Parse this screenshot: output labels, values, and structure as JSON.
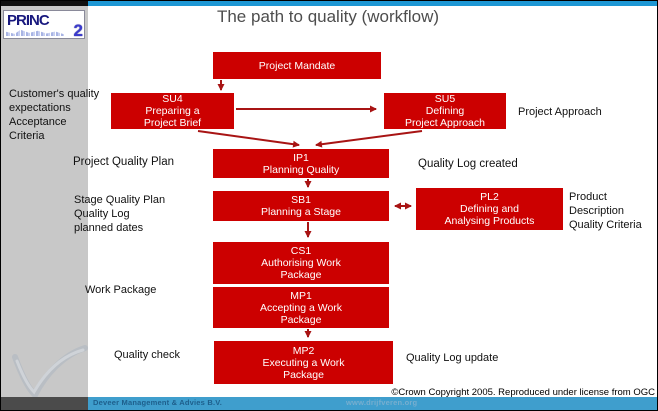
{
  "slide": {
    "title": "The path to quality (workflow)",
    "logo": {
      "text": "PRINC",
      "numeral": "2"
    },
    "diagram": {
      "boxes": {
        "mandate": "Project Mandate",
        "su4": "SU4\nPreparing a\nProject Brief",
        "su5": "SU5\nDefining\nProject Approach",
        "ip1": "IP1\nPlanning Quality",
        "sb1": "SB1\nPlanning a Stage",
        "pl2": "PL2\nDefining and\nAnalysing Products",
        "cs1": "CS1\nAuthorising Work\nPackage",
        "mp1": "MP1\nAccepting a Work\nPackage",
        "mp2": "MP2\nExecuting a Work\nPackage"
      },
      "labels": {
        "customer": "Customer's quality\nexpectations\nAcceptance\nCriteria",
        "project_approach": "Project Approach",
        "project_quality_plan": "Project Quality Plan",
        "quality_log_created": "Quality Log created",
        "stage_quality": "Stage Quality Plan\nQuality Log\nplanned dates",
        "product_description": "Product\nDescription\nQuality Criteria",
        "work_package": "Work Package",
        "quality_check": "Quality check",
        "quality_log_update": "Quality Log update"
      }
    },
    "footer": {
      "copyright": "©Crown Copyright 2005. Reproduced under license from OGC",
      "company": "Deveer Management & Advies B.V.",
      "website": "www.drijfveren.org"
    },
    "colors": {
      "box_red": "#cc0000",
      "arrow_red": "#a81414",
      "top_bar_blue": "#1d97d4",
      "footer_blue": "#3f9ecd",
      "gray_strip": "#c8c8c8"
    }
  }
}
